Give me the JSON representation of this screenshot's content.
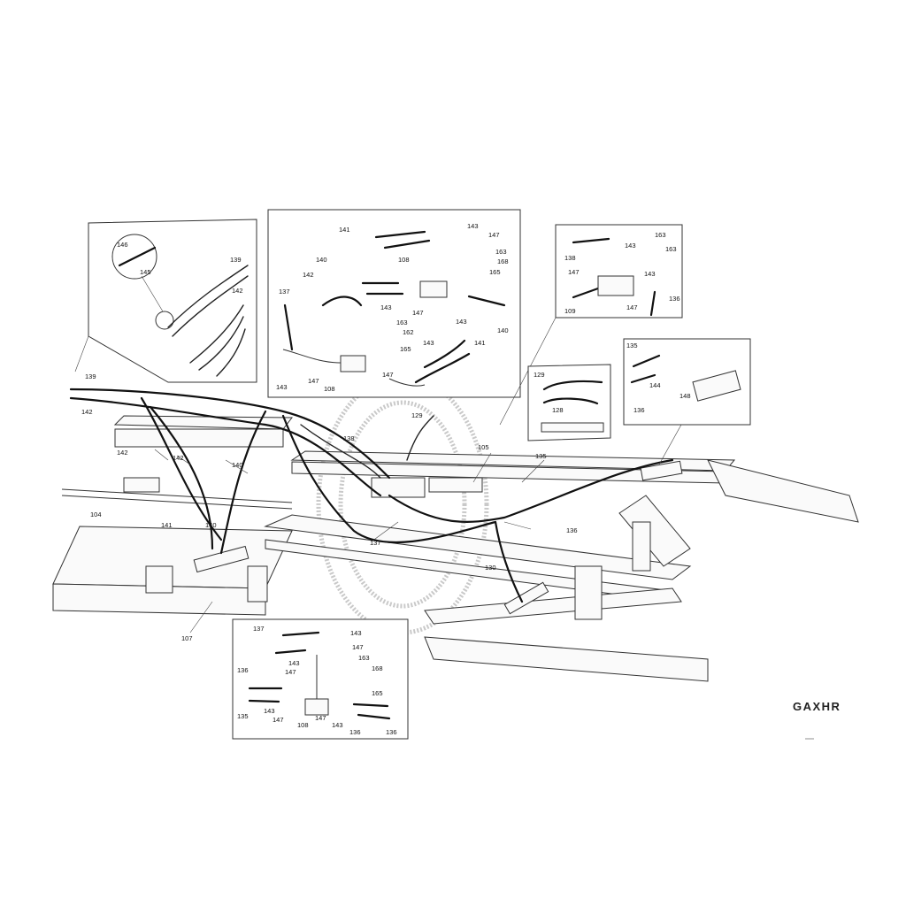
{
  "drawing_code": "GAXHR",
  "stamp_text": "",
  "inset_top_left": {
    "labels": [
      "146",
      "145",
      "139",
      "142"
    ]
  },
  "inset_top_center": {
    "labels": [
      "141",
      "143",
      "147",
      "108",
      "163",
      "168",
      "140",
      "165",
      "142",
      "137",
      "143",
      "147",
      "143",
      "140",
      "163",
      "162",
      "143",
      "141",
      "165",
      "147",
      "143",
      "147",
      "108"
    ]
  },
  "inset_top_right": {
    "labels": [
      "138",
      "143",
      "163",
      "163",
      "147",
      "143",
      "109",
      "147",
      "136"
    ]
  },
  "inset_mid_right": {
    "labels": [
      "135",
      "144",
      "148",
      "136"
    ]
  },
  "inset_small_center": {
    "labels": [
      "129",
      "128"
    ]
  },
  "inset_bottom": {
    "labels": [
      "137",
      "143",
      "147",
      "163",
      "143",
      "147",
      "168",
      "136",
      "165",
      "135",
      "143",
      "147",
      "108",
      "147",
      "143",
      "136",
      "136"
    ]
  },
  "main_view": {
    "labels": [
      "139",
      "142",
      "142",
      "142",
      "140",
      "104",
      "141",
      "140",
      "107",
      "138",
      "129",
      "105",
      "135",
      "137",
      "136",
      "130"
    ]
  }
}
